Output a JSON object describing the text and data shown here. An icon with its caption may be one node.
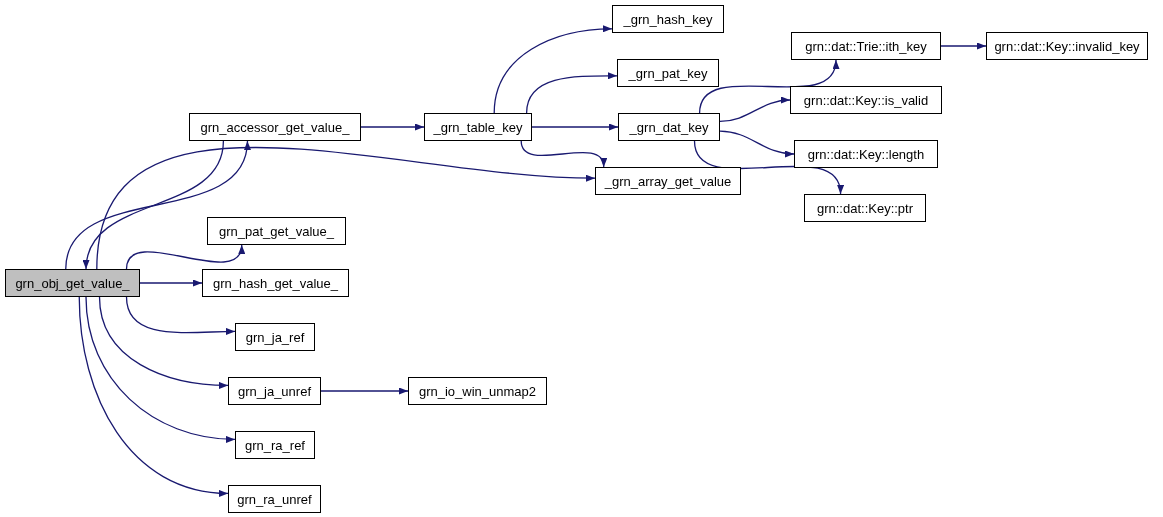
{
  "diagram": {
    "nodes": [
      {
        "text": [
          "grn_obj_get_value_"
        ]
      },
      {
        "text": [
          "grn_accessor_get_value_"
        ]
      },
      {
        "text": [
          "_grn_table_key"
        ]
      },
      {
        "text": [
          "_grn_hash_key"
        ]
      },
      {
        "text": [
          "_grn_pat_key"
        ]
      },
      {
        "text": [
          "_grn_dat_key"
        ]
      },
      {
        "text": [
          "_grn_array_get_value"
        ]
      },
      {
        "text": [
          "grn::dat::Trie::ith_key"
        ]
      },
      {
        "text": [
          "grn::dat::Key::invalid_key"
        ]
      },
      {
        "text": [
          "grn::dat::Key::is_valid"
        ]
      },
      {
        "text": [
          "grn::dat::Key::length"
        ]
      },
      {
        "text": [
          "grn::dat::Key::ptr"
        ]
      },
      {
        "text": [
          "grn_pat_get_value_"
        ]
      },
      {
        "text": [
          "grn_hash_get_value_"
        ]
      },
      {
        "text": [
          "grn_ja_ref"
        ]
      },
      {
        "text": [
          "grn_ja_unref"
        ]
      },
      {
        "text": [
          "grn_io_win_unmap2"
        ]
      },
      {
        "text": [
          "grn_ra_ref"
        ]
      },
      {
        "text": [
          "grn_ra_unref"
        ]
      }
    ],
    "edges": [
      {
        "from": 0,
        "to": 1,
        "arrow": "to"
      },
      {
        "from": 1,
        "to": 0,
        "arrow": "to"
      },
      {
        "from": 1,
        "to": 2,
        "arrow": "to"
      },
      {
        "from": 2,
        "to": 3,
        "arrow": "to"
      },
      {
        "from": 2,
        "to": 4,
        "arrow": "to"
      },
      {
        "from": 2,
        "to": 5,
        "arrow": "to"
      },
      {
        "from": 2,
        "to": 6,
        "arrow": "to"
      },
      {
        "from": 0,
        "to": 6,
        "arrow": "to"
      },
      {
        "from": 0,
        "to": 12,
        "arrow": "to"
      },
      {
        "from": 0,
        "to": 13,
        "arrow": "to"
      },
      {
        "from": 0,
        "to": 14,
        "arrow": "to"
      },
      {
        "from": 0,
        "to": 15,
        "arrow": "to"
      },
      {
        "from": 0,
        "to": 17,
        "arrow": "to"
      },
      {
        "from": 0,
        "to": 18,
        "arrow": "to"
      },
      {
        "from": 15,
        "to": 16,
        "arrow": "to"
      },
      {
        "from": 5,
        "to": 7,
        "arrow": "to"
      },
      {
        "from": 5,
        "to": 9,
        "arrow": "to"
      },
      {
        "from": 5,
        "to": 10,
        "arrow": "to"
      },
      {
        "from": 5,
        "to": 11,
        "arrow": "to"
      },
      {
        "from": 7,
        "to": 8,
        "arrow": "to"
      }
    ]
  }
}
